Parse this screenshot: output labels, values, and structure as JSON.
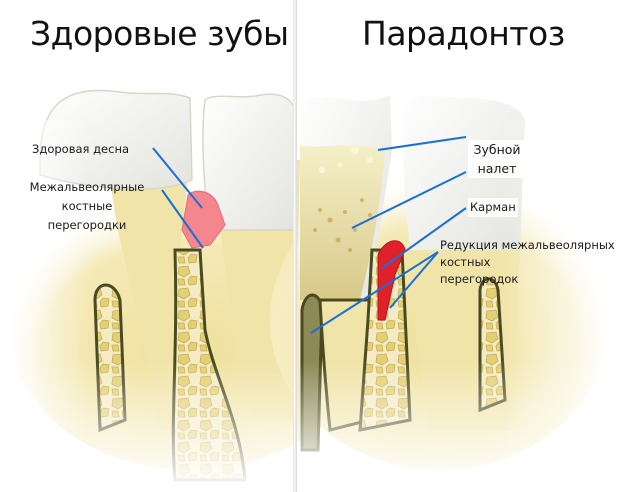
{
  "panels": {
    "left": {
      "title": "Здоровые зубы",
      "labels": {
        "healthy_gum": "Здоровая десна",
        "septa_line1": "Межальвеолярные",
        "septa_line2": "костные",
        "septa_line3": "перегородки"
      }
    },
    "right": {
      "title": "Парадонтоз",
      "labels": {
        "plaque_line1": "Зубной",
        "plaque_line2": "налет",
        "pocket": "Карман",
        "reduction_line1": "Редукция межальвеолярных",
        "reduction_line2": "костных",
        "reduction_line3": "перегородок"
      }
    }
  },
  "colors": {
    "leader_line": "#1a6fd6",
    "gum_healthy": "#f4868e",
    "gum_inflamed": "#e0202a",
    "bone": "#efe3a6",
    "bone_cell": "#d9c56a",
    "enamel": "#f7f7f4",
    "plaque": "#e8dc8a",
    "tartar": "#c9a955",
    "outline": "#4a4a22"
  }
}
